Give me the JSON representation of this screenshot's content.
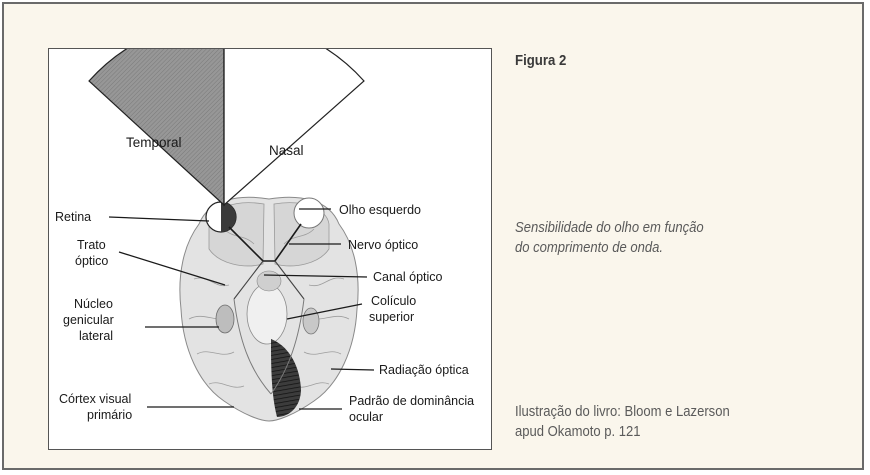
{
  "figure": {
    "title": "Figura 2",
    "caption_lines": [
      "Sensibilidade do olho em função",
      "do comprimento de onda."
    ],
    "credit_lines": [
      "Ilustração do livro: Bloom e Lazerson",
      "apud Okamoto p. 121"
    ]
  },
  "diagram": {
    "wedge_temporal": "Temporal",
    "wedge_nasal": "Nasal",
    "labels": {
      "retina": "Retina",
      "trato_1": "Trato",
      "trato_2": "óptico",
      "nucleo_1": "Núcleo",
      "nucleo_2": "genicular",
      "nucleo_3": "lateral",
      "cortex_1": "Córtex visual",
      "cortex_2": "primário",
      "olho": "Olho esquerdo",
      "nervo": "Nervo óptico",
      "canal": "Canal óptico",
      "coliculo_1": "Colículo",
      "coliculo_2": "superior",
      "radiacao": "Radiação óptica",
      "padrao_1": "Padrão de dominância",
      "padrao_2": "ocular"
    },
    "colors": {
      "temporal_fill": "#8f8f8f",
      "nasal_fill": "#ffffff",
      "brain_fill": "#e2e2e2",
      "line": "#1a1a1a"
    }
  }
}
